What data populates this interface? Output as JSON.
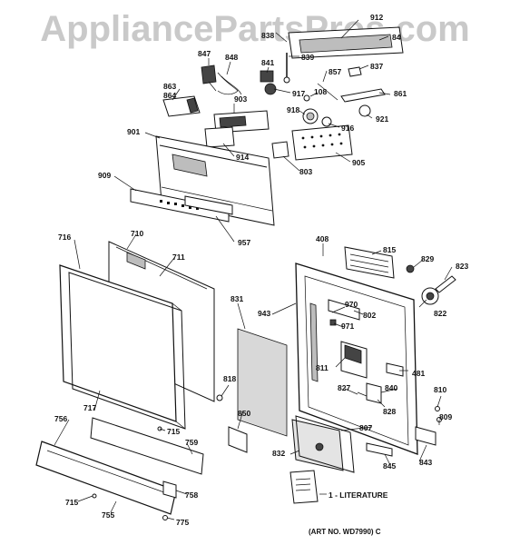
{
  "watermark": "AppliancePartsPros.com",
  "art_number": "(ART NO. WD7990) C",
  "literature_label": "1 - LITERATURE",
  "labels": {
    "l912": "912",
    "l838": "838",
    "l84": "84",
    "l847": "847",
    "l848": "848",
    "l841": "841",
    "l839": "839",
    "l857": "857",
    "l837": "837",
    "l863": "863",
    "l864": "864",
    "l903": "903",
    "l917": "917",
    "l108": "108",
    "l861": "861",
    "l918": "918",
    "l921": "921",
    "l916": "916",
    "l901": "901",
    "l914": "914",
    "l803": "803",
    "l905": "905",
    "l909": "909",
    "l957": "957",
    "l716": "716",
    "l710": "710",
    "l711": "711",
    "l408": "408",
    "l815": "815",
    "l829": "829",
    "l823": "823",
    "l831": "831",
    "l943": "943",
    "l970": "970",
    "l802": "802",
    "l822": "822",
    "l971": "971",
    "l811": "811",
    "l481": "481",
    "l818": "818",
    "l840": "840",
    "l827": "827",
    "l810": "810",
    "l717": "717",
    "l850": "850",
    "l828": "828",
    "l809": "809",
    "l807": "807",
    "l756": "756",
    "l715a": "715",
    "l759": "759",
    "l832": "832",
    "l845": "845",
    "l843": "843",
    "l758": "758",
    "l715b": "715",
    "l755": "755",
    "l775": "775"
  }
}
